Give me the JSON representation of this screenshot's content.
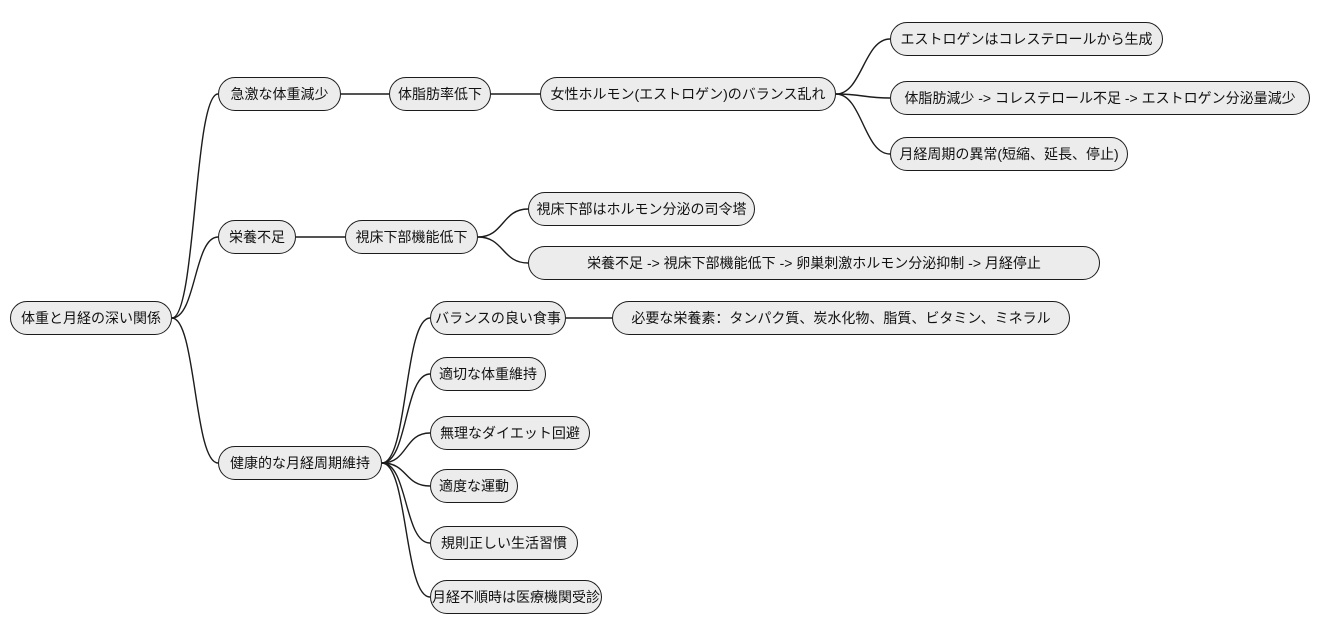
{
  "diagram": {
    "type": "mindmap",
    "direction": "left-to-right",
    "colors": {
      "background": "#ffffff",
      "node_fill": "#ececec",
      "node_border": "#1c1c1c",
      "edge_line": "#1c1c1c",
      "text": "#111111"
    },
    "nodes": [
      {
        "id": "root",
        "level": 0,
        "parent": null,
        "label": "体重と月経の深い関係"
      },
      {
        "id": "rapid-weight-loss",
        "level": 1,
        "parent": "root",
        "label": "急激な体重減少"
      },
      {
        "id": "body-fat-decrease",
        "level": 2,
        "parent": "rapid-weight-loss",
        "label": "体脂肪率低下"
      },
      {
        "id": "hormone-imbalance",
        "level": 3,
        "parent": "body-fat-decrease",
        "label": "女性ホルモン(エストロゲン)のバランス乱れ"
      },
      {
        "id": "estrogen-from-cholesterol",
        "level": 4,
        "parent": "hormone-imbalance",
        "label": "エストロゲンはコレステロールから生成"
      },
      {
        "id": "fat-loss-chain",
        "level": 4,
        "parent": "hormone-imbalance",
        "label": "体脂肪減少 -> コレステロール不足 -> エストロゲン分泌量減少"
      },
      {
        "id": "cycle-abnormality",
        "level": 4,
        "parent": "hormone-imbalance",
        "label": "月経周期の異常(短縮、延長、停止)"
      },
      {
        "id": "malnutrition",
        "level": 1,
        "parent": "root",
        "label": "栄養不足"
      },
      {
        "id": "hypothalamus-decline",
        "level": 2,
        "parent": "malnutrition",
        "label": "視床下部機能低下"
      },
      {
        "id": "hypothalamus-control-tower",
        "level": 3,
        "parent": "hypothalamus-decline",
        "label": "視床下部はホルモン分泌の司令塔"
      },
      {
        "id": "malnutrition-chain",
        "level": 3,
        "parent": "hypothalamus-decline",
        "label": "栄養不足 -> 視床下部機能低下 -> 卵巣刺激ホルモン分泌抑制 -> 月経停止"
      },
      {
        "id": "healthy-cycle-maintenance",
        "level": 1,
        "parent": "root",
        "label": "健康的な月経周期維持"
      },
      {
        "id": "balanced-diet",
        "level": 2,
        "parent": "healthy-cycle-maintenance",
        "label": "バランスの良い食事"
      },
      {
        "id": "required-nutrients",
        "level": 3,
        "parent": "balanced-diet",
        "label": "必要な栄養素：タンパク質、炭水化物、脂質、ビタミン、ミネラル"
      },
      {
        "id": "proper-weight-maintenance",
        "level": 2,
        "parent": "healthy-cycle-maintenance",
        "label": "適切な体重維持"
      },
      {
        "id": "avoid-extreme-diet",
        "level": 2,
        "parent": "healthy-cycle-maintenance",
        "label": "無理なダイエット回避"
      },
      {
        "id": "moderate-exercise",
        "level": 2,
        "parent": "healthy-cycle-maintenance",
        "label": "適度な運動"
      },
      {
        "id": "regular-lifestyle",
        "level": 2,
        "parent": "healthy-cycle-maintenance",
        "label": "規則正しい生活習慣"
      },
      {
        "id": "see-doctor-if-irregular",
        "level": 2,
        "parent": "healthy-cycle-maintenance",
        "label": "月経不順時は医療機関受診"
      }
    ],
    "edges": [
      [
        "root",
        "rapid-weight-loss"
      ],
      [
        "root",
        "malnutrition"
      ],
      [
        "root",
        "healthy-cycle-maintenance"
      ],
      [
        "rapid-weight-loss",
        "body-fat-decrease"
      ],
      [
        "body-fat-decrease",
        "hormone-imbalance"
      ],
      [
        "hormone-imbalance",
        "estrogen-from-cholesterol"
      ],
      [
        "hormone-imbalance",
        "fat-loss-chain"
      ],
      [
        "hormone-imbalance",
        "cycle-abnormality"
      ],
      [
        "malnutrition",
        "hypothalamus-decline"
      ],
      [
        "hypothalamus-decline",
        "hypothalamus-control-tower"
      ],
      [
        "hypothalamus-decline",
        "malnutrition-chain"
      ],
      [
        "healthy-cycle-maintenance",
        "balanced-diet"
      ],
      [
        "healthy-cycle-maintenance",
        "proper-weight-maintenance"
      ],
      [
        "healthy-cycle-maintenance",
        "avoid-extreme-diet"
      ],
      [
        "healthy-cycle-maintenance",
        "moderate-exercise"
      ],
      [
        "healthy-cycle-maintenance",
        "regular-lifestyle"
      ],
      [
        "healthy-cycle-maintenance",
        "see-doctor-if-irregular"
      ]
    ]
  }
}
